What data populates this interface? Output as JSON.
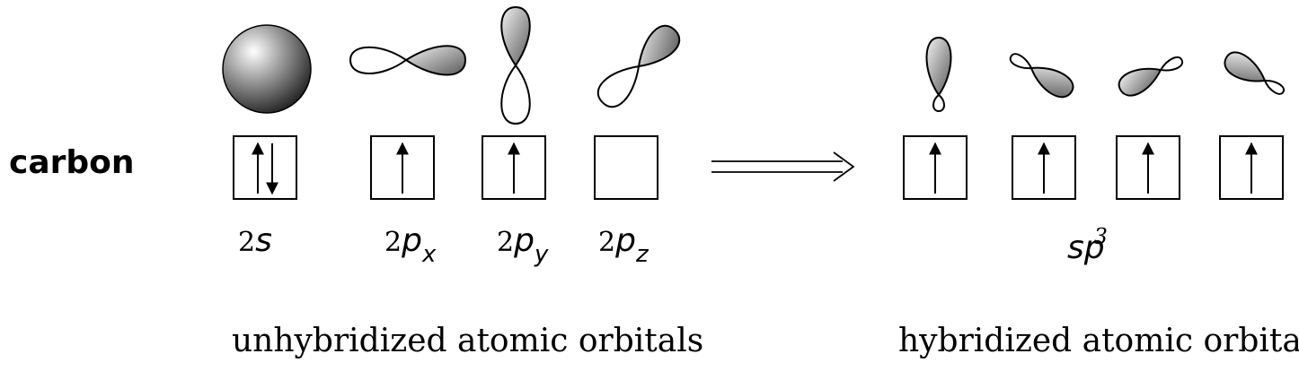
{
  "atom": "carbon",
  "unhybridized": {
    "caption": "unhybridized atomic orbitals",
    "orbitals": [
      {
        "num": "2",
        "letter": "s",
        "sub": "",
        "electrons": "paired"
      },
      {
        "num": "2",
        "letter": "p",
        "sub": "x",
        "electrons": "single"
      },
      {
        "num": "2",
        "letter": "p",
        "sub": "y",
        "electrons": "single"
      },
      {
        "num": "2",
        "letter": "p",
        "sub": "z",
        "electrons": "empty"
      }
    ]
  },
  "hybridized": {
    "caption": "hybridized atomic orbitals",
    "label": {
      "base": "sp",
      "sup": "3"
    },
    "orbitals": [
      {
        "electrons": "single"
      },
      {
        "electrons": "single"
      },
      {
        "electrons": "single"
      },
      {
        "electrons": "single"
      }
    ]
  },
  "colors": {
    "stroke": "#000000",
    "lobe_fill": "#8a8a8a",
    "background": "#ffffff"
  }
}
